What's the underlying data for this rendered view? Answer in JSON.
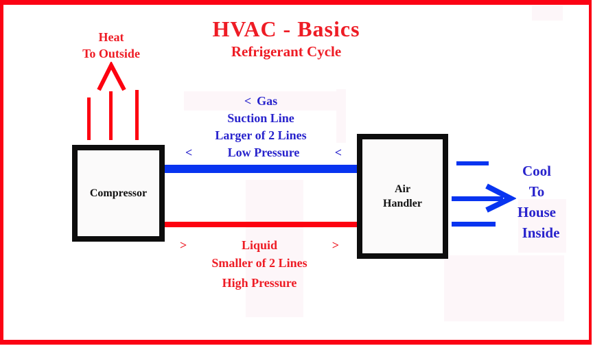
{
  "header": {
    "title": "HVAC - Basics",
    "subtitle": "Refrigerant Cycle"
  },
  "heat_label": {
    "line1": "Heat",
    "line2": "To Outside"
  },
  "compressor": {
    "label": "Compressor"
  },
  "air_handler": {
    "line1": "Air",
    "line2": "Handler"
  },
  "suction_labels": {
    "row1_arrow": "<",
    "row1_text": "Gas",
    "row2": "Suction Line",
    "row3": "Larger of 2 Lines",
    "row4_left": "<",
    "row4_text": "Low Pressure",
    "row4_right": "<"
  },
  "liquid_labels": {
    "row1_left": ">",
    "row1_text": "Liquid",
    "row1_right": ">",
    "row2": "Smaller of 2 Lines",
    "row3": "High Pressure"
  },
  "cool_label": {
    "line1": "Cool",
    "line2": "To",
    "line3": "House",
    "line4": "Inside"
  },
  "colors": {
    "red_text": "#ee1c25",
    "red_line": "#fd0210",
    "blue_text": "#2823cc",
    "blue_line": "#0834f0",
    "frame_red": "#fb0314",
    "box_border": "#0d0d0d",
    "box_fill": "#fbfafa",
    "tint_panel": "#fdf6f9"
  }
}
